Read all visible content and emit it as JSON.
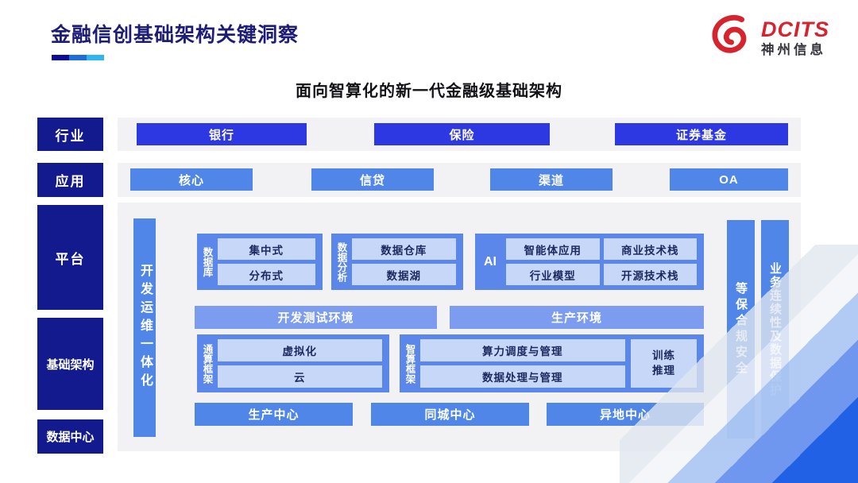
{
  "page": {
    "title": "金融信创基础架构关键洞察",
    "subtitle": "面向智算化的新一代金融级基础架构"
  },
  "logo": {
    "brand": "DCITS",
    "company": "神州信息"
  },
  "industry": {
    "label": "行业",
    "items": [
      "银行",
      "保险",
      "证券基金"
    ]
  },
  "application": {
    "label": "应用",
    "items": [
      "核心",
      "信贷",
      "渠道",
      "OA"
    ]
  },
  "layers": {
    "platform": "平台",
    "infrastructure": "基础架构",
    "datacenter": "数据中心"
  },
  "platform": {
    "devops_bar": "开发运维一体化",
    "database": {
      "label": "数据库",
      "items": [
        "集中式",
        "分布式"
      ]
    },
    "analytics": {
      "label": "数据分析",
      "items": [
        "数据仓库",
        "数据湖"
      ]
    },
    "ai": {
      "label": "AI",
      "items": [
        "智能体应用",
        "商业技术栈",
        "行业模型",
        "开源技术栈"
      ]
    },
    "environments": {
      "dev_test": "开发测试环境",
      "production": "生产环境"
    },
    "general_compute": {
      "label": "通算框架",
      "items": [
        "虚拟化",
        "云"
      ]
    },
    "ai_compute": {
      "label": "智算框架",
      "items": [
        "算力调度与管理",
        "数据处理与管理"
      ],
      "side_box": "训练推理"
    },
    "centers": [
      "生产中心",
      "同城中心",
      "异地中心"
    ],
    "security_bar": "等保合规安全",
    "continuity_bar": "业务连续性及数据保护"
  },
  "colors": {
    "accent_navy": "#121a8e",
    "royal_blue": "#2e38e2",
    "medium_blue": "#4f86e8",
    "block_blue": "#5c87ea",
    "light_box": "#c7d7f7",
    "panel_gray": "#f2f2f4",
    "title_navy": "#1d1d78",
    "brand_red": "#d6232e",
    "underline": [
      "#0c0c96",
      "#1c6ed8",
      "#2fb5f2"
    ]
  }
}
